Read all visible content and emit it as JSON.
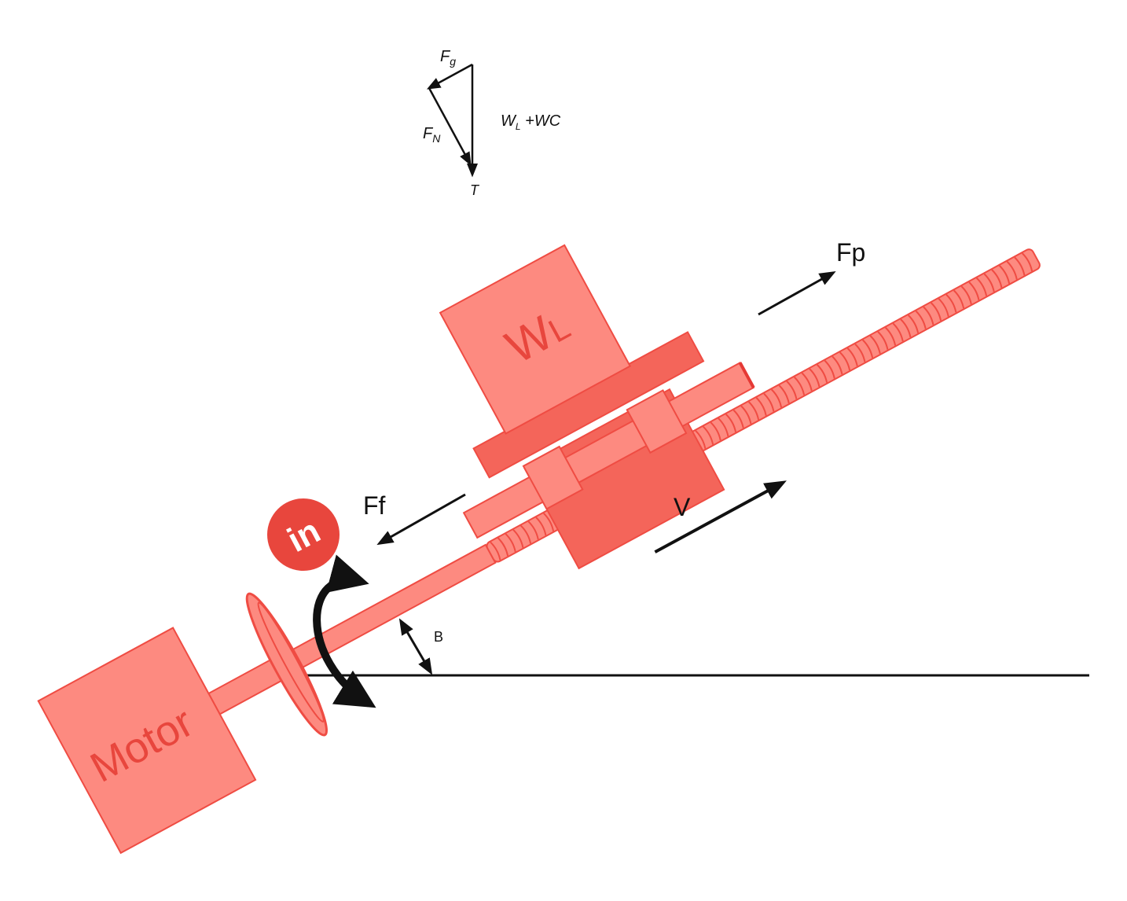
{
  "labels": {
    "motor": "Motor",
    "load": "W",
    "load_sub": "L",
    "input": "in",
    "force_push": "Fp",
    "force_friction": "Ff",
    "velocity": "V",
    "angle": "B"
  },
  "force_diagram": {
    "fg": "F",
    "fg_sub": "g",
    "fn": "F",
    "fn_sub": "N",
    "t": "T",
    "weight_w": "W",
    "weight_sub": "L",
    "weight_rest": " +WC"
  },
  "colors": {
    "body": "#fd8a80",
    "body_dark": "#f4655a",
    "outline": "#ef4c43",
    "badge": "#e8463d",
    "arrow": "#111111"
  }
}
